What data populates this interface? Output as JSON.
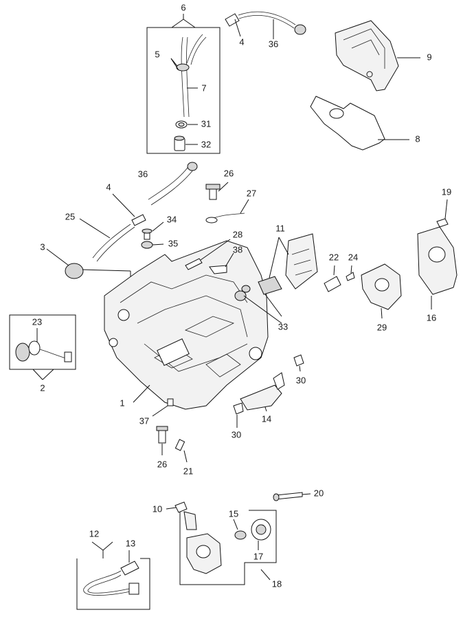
{
  "diagram": {
    "labels": {
      "l1": "1",
      "l2": "2",
      "l3": "3",
      "l4a": "4",
      "l4b": "4",
      "l5": "5",
      "l6": "6",
      "l7": "7",
      "l8": "8",
      "l9": "9",
      "l10": "10",
      "l11": "11",
      "l12": "12",
      "l13": "13",
      "l14": "14",
      "l15": "15",
      "l16": "16",
      "l17": "17",
      "l18": "18",
      "l19": "19",
      "l20": "20",
      "l21": "21",
      "l22": "22",
      "l23": "23",
      "l24": "24",
      "l25": "25",
      "l26a": "26",
      "l26b": "26",
      "l27": "27",
      "l28": "28",
      "l29": "29",
      "l30a": "30",
      "l30b": "30",
      "l31": "31",
      "l32": "32",
      "l33": "33",
      "l34": "34",
      "l35": "35",
      "l36a": "36",
      "l36b": "36",
      "l37": "37",
      "l38": "38"
    }
  }
}
